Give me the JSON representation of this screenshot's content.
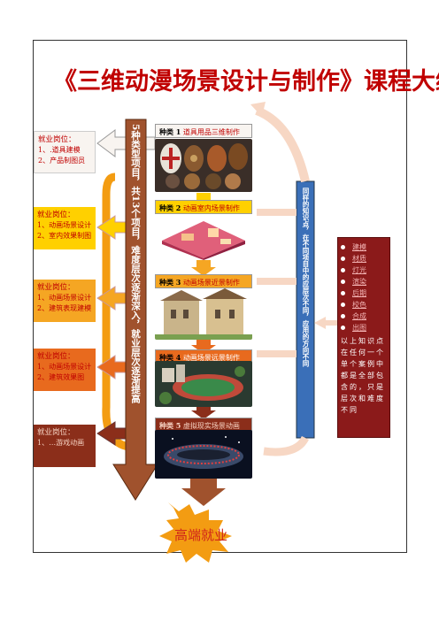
{
  "title": "《三维动漫场景设计与制作》课程大纲",
  "jobs": [
    {
      "heading": "就业岗位：",
      "lines": [
        "1、.道具建模",
        "2、产品制图员"
      ]
    },
    {
      "heading": "就业岗位：",
      "lines": [
        "1、动画场景设计",
        "2、室内效果制图"
      ]
    },
    {
      "heading": "就业岗位：",
      "lines": [
        "1、动画场景设计",
        "2、建筑表现建模"
      ]
    },
    {
      "heading": "就业岗位：",
      "lines": [
        "1、动画场景设计",
        "2、建筑效果图"
      ]
    },
    {
      "heading": "就业岗位：",
      "lines": [
        "1、…游戏动画"
      ]
    }
  ],
  "categories": [
    {
      "prefix": "种类 1",
      "label": "道具用品三维制作"
    },
    {
      "prefix": "种类 2",
      "label": "动画室内场景制作"
    },
    {
      "prefix": "种类 3",
      "label": "动画场景近景制作"
    },
    {
      "prefix": "种类 4",
      "label": "动画场景远景制作"
    },
    {
      "prefix": "种类 5",
      "label": "虚拟现实场景动画"
    }
  ],
  "center_arrow_text": "5种类型项目，共13个项目，难度层次逐渐深入，就业层次逐渐提高",
  "blue_arrow_text": "同样的知识点，在不同项目中的应层次不同，应用的方向不同",
  "learn_items": [
    "建模",
    "材质",
    "灯光",
    "渲染",
    "后期",
    "校色",
    "合成",
    "出图"
  ],
  "learn_note": "以上知识点在任何一个单个案例中都是全部包含的，只是层次和难度不同",
  "star_text": "高端就业",
  "colors": {
    "title": "#c00000",
    "job1": "#f8f8f0",
    "job2": "#ffd000",
    "job3": "#f5a623",
    "job4": "#e86a1e",
    "job5": "#8b2e1a"
  }
}
